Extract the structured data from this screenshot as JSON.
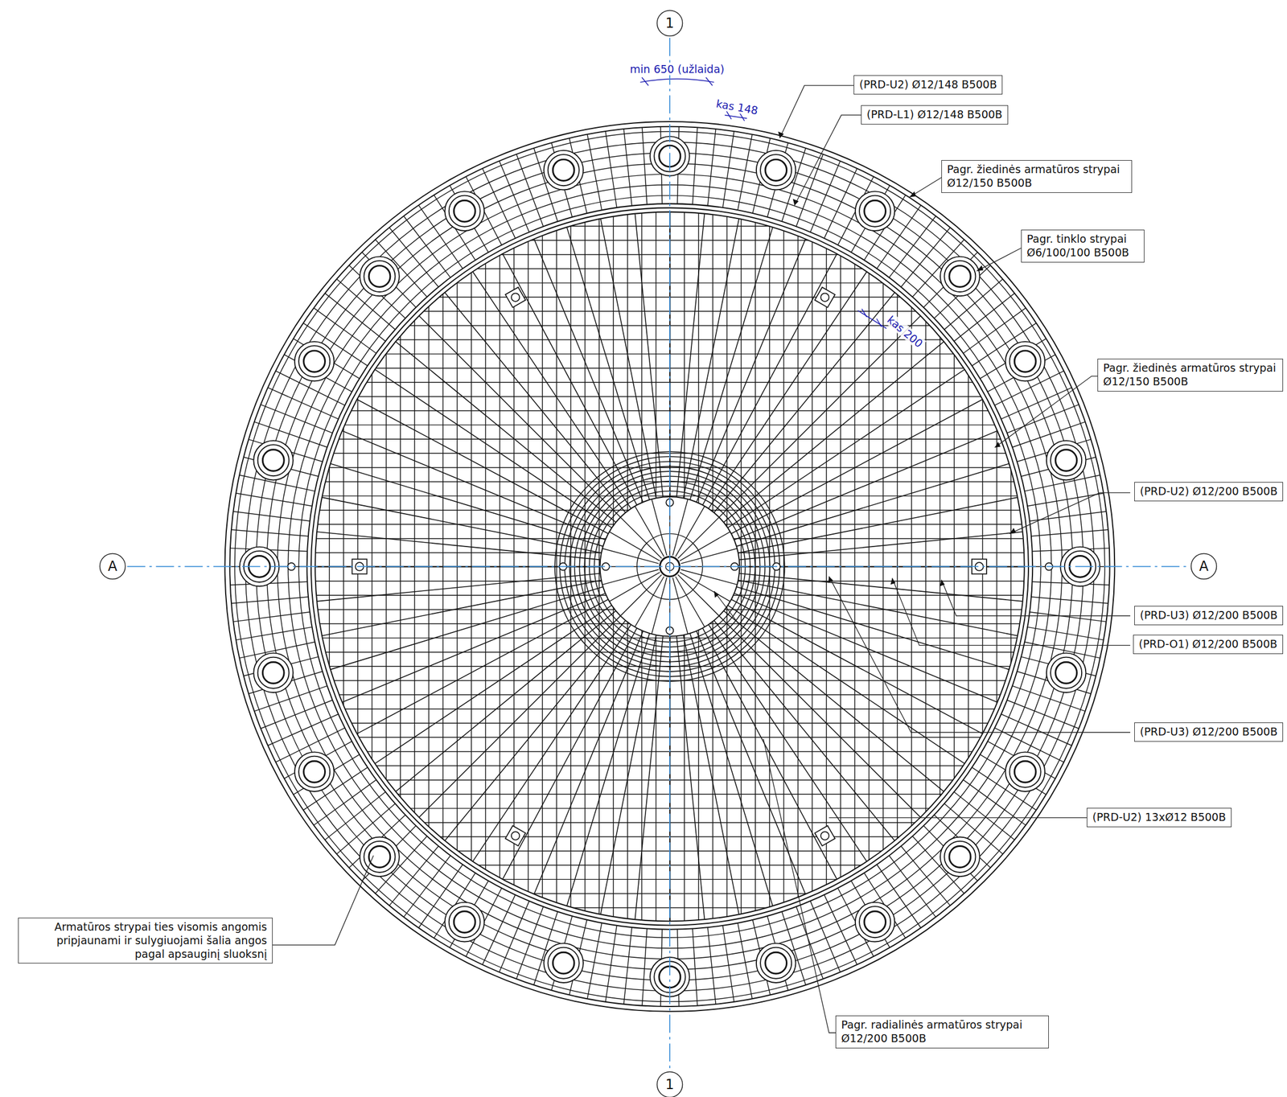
{
  "diagram": {
    "nodes": [
      {
        "text": [
          "1"
        ]
      },
      {
        "text": [
          "(PRD-U2) Ø12/148 B500B"
        ]
      },
      {
        "text": [
          "(PRD-L1) Ø12/148 B500B"
        ]
      },
      {
        "text": [
          "Pagr. žiedinės armatūros strypai Ø12/150 B500B"
        ]
      },
      {
        "text": [
          "Pagr. tinklo strypai Ø6/100/100 B500B"
        ]
      },
      {
        "text": [
          "Pagr. žiedinės armatūros strypai Ø12/150 B500B"
        ]
      },
      {
        "text": [
          "A"
        ]
      },
      {
        "text": [
          "(PRD-U2) Ø12/200 B500B"
        ]
      },
      {
        "text": [
          "A"
        ]
      },
      {
        "text": [
          "(PRD-U3) Ø12/200 B500B"
        ]
      },
      {
        "text": [
          "(PRD-O1) Ø12/200 B500B"
        ]
      },
      {
        "text": [
          "(PRD-U3) Ø12/200 B500B"
        ]
      },
      {
        "text": [
          "(PRD-U2) 13xØ12 B500B"
        ]
      },
      {
        "text": [
          "Armatūros strypai ties visomis angomis pripjaunami ir sulygiuojami šalia angos pagal apsauginį sluoksnį"
        ]
      },
      {
        "text": [
          "Pagr. radialinės armatūros strypai Ø12/200 B500B"
        ]
      },
      {
        "text": [
          "1"
        ]
      }
    ],
    "labels": [
      "min 650 (užlaida)",
      "kas 148",
      "kas 200"
    ]
  }
}
